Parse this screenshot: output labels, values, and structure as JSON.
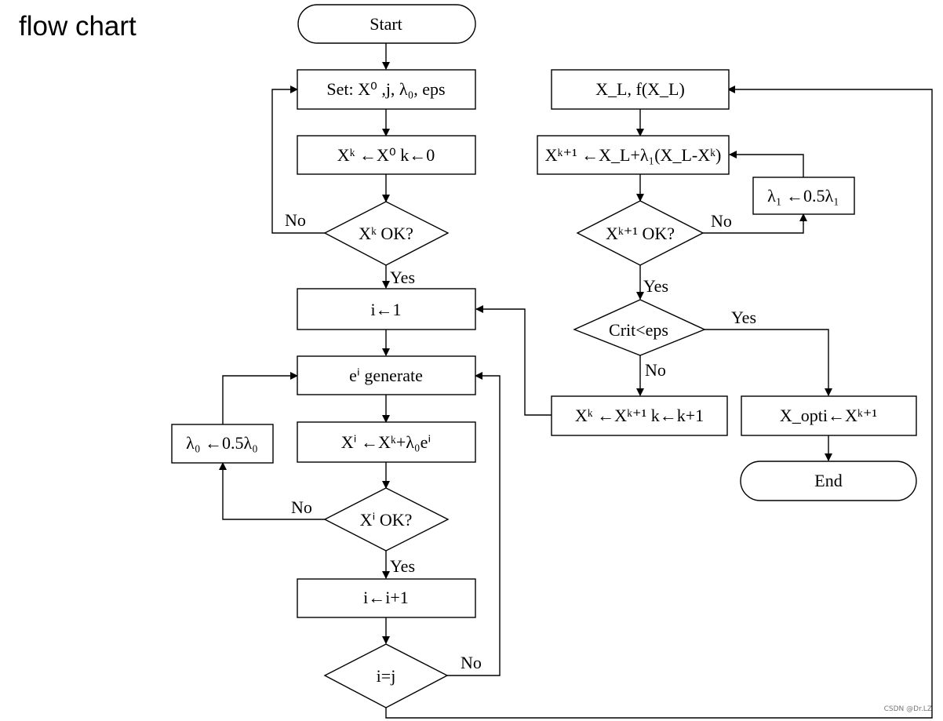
{
  "page": {
    "title": "flow chart",
    "watermark": "CSDN @Dr.LZ"
  },
  "nodes": {
    "start": "Start",
    "set": "Set: X⁰ ,j, λ₀, eps",
    "init": "Xᵏ ←X⁰   k←0",
    "xk_ok": "Xᵏ OK?",
    "i_one": "i←1",
    "ei_generate": "eⁱ generate",
    "xi_update": "Xⁱ ←Xᵏ+λ₀eⁱ",
    "lambda0_half": "λ₀ ←0.5λ₀",
    "xi_ok": "Xⁱ OK?",
    "i_inc": "i←i+1",
    "i_eq_j": "i=j",
    "xl": "X_L, f(X_L)",
    "xk1_update": "Xᵏ⁺¹ ←X_L+λ₁(X_L-Xᵏ)",
    "lambda1_half": "λ₁ ←0.5λ₁",
    "xk1_ok": "Xᵏ⁺¹ OK?",
    "crit": "Crit<eps",
    "xk_assign": "Xᵏ ←Xᵏ⁺¹   k←k+1",
    "xopti": "X_opti←Xᵏ⁺¹",
    "end": "End"
  },
  "edge_labels": {
    "no": "No",
    "yes": "Yes"
  }
}
